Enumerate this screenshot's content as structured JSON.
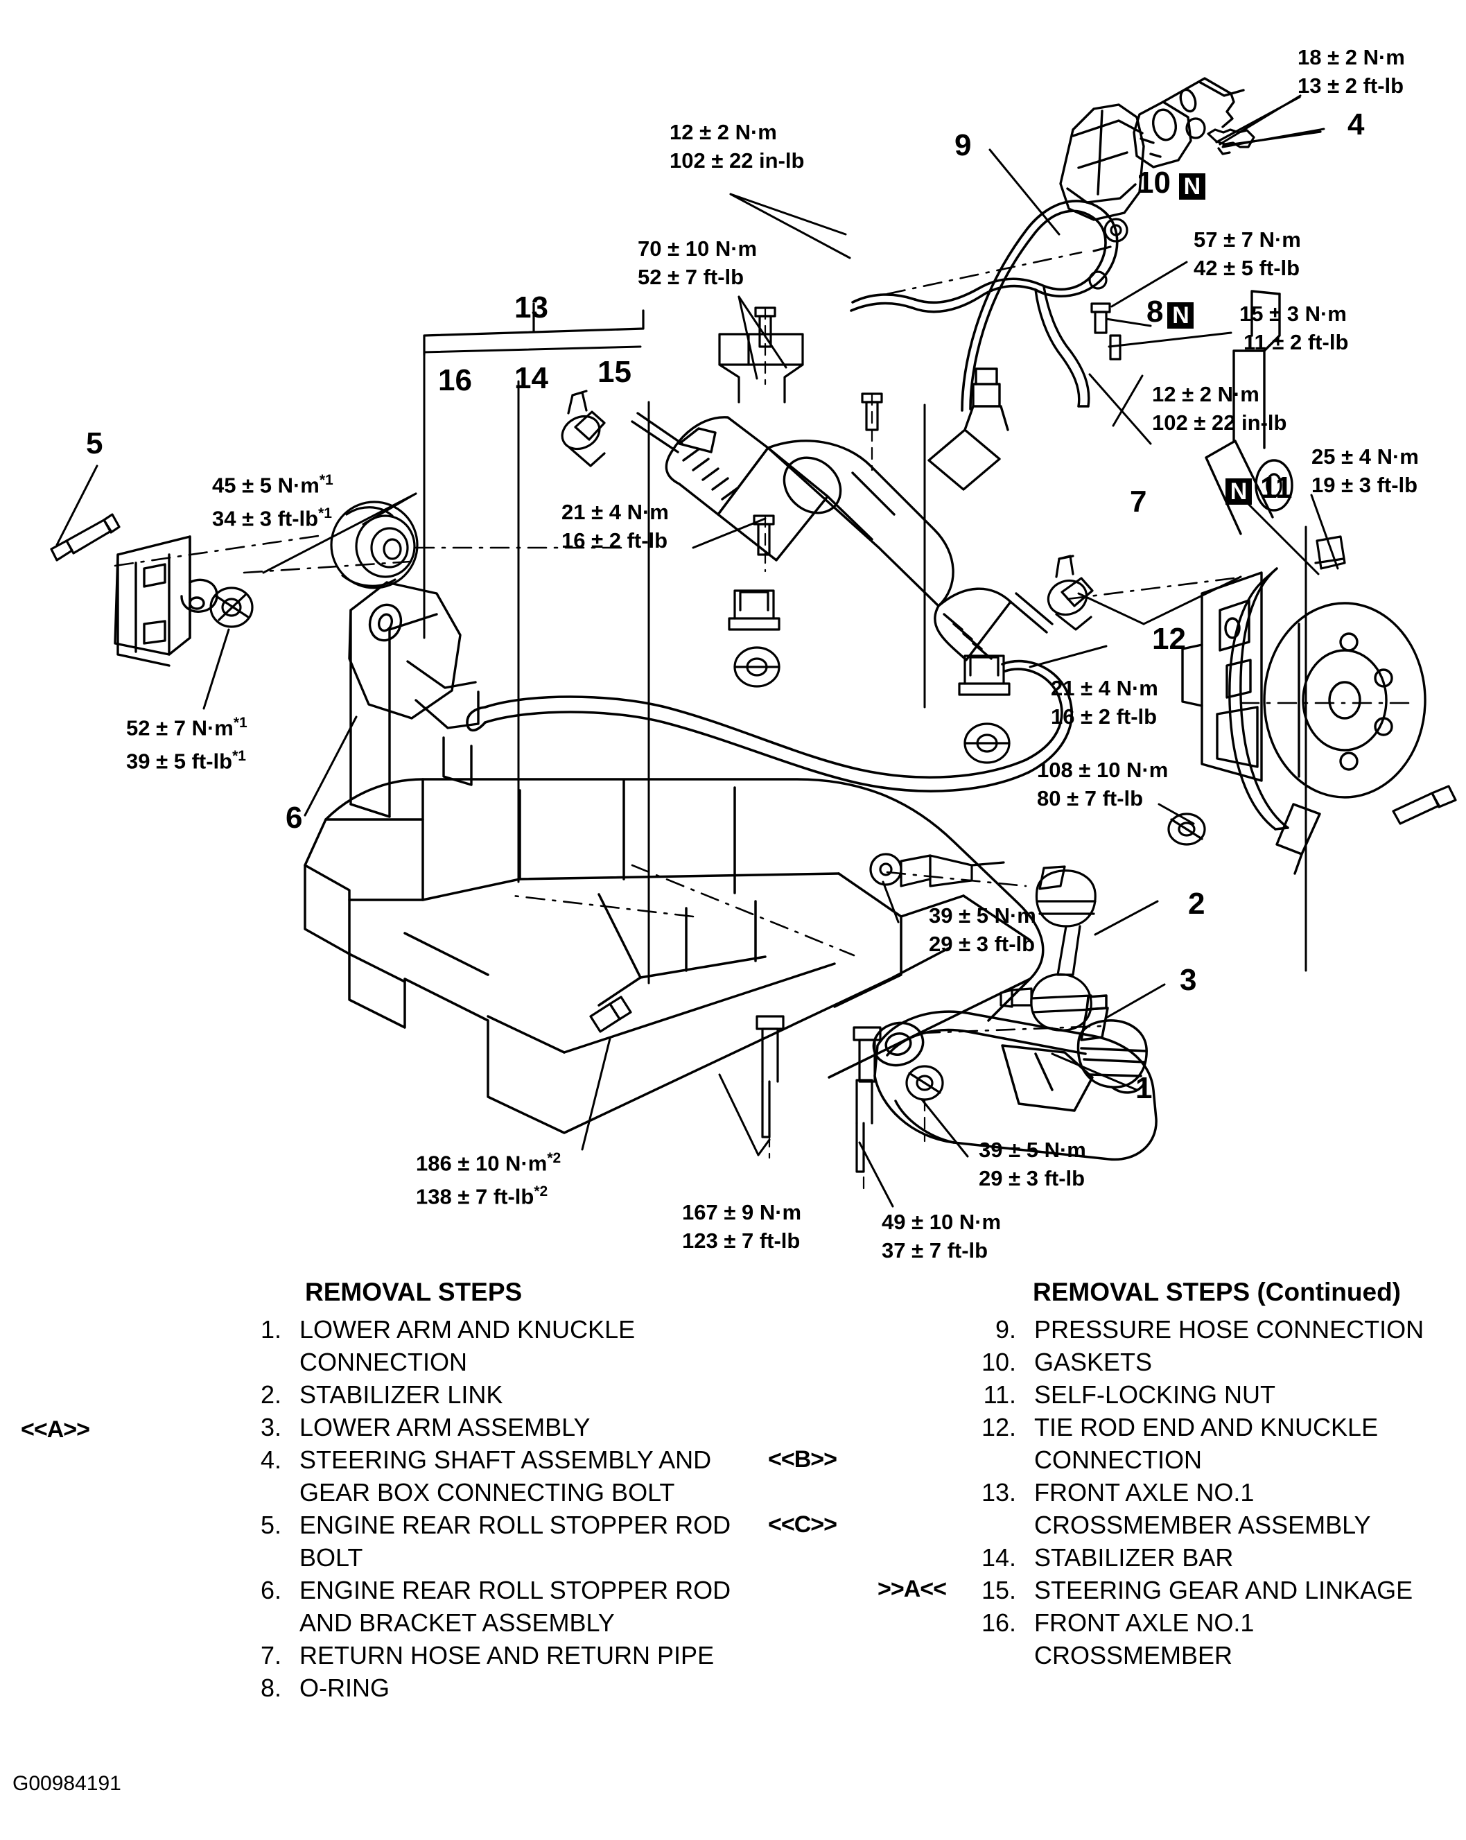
{
  "figure": {
    "id_code": "G00984191",
    "title": "Front Suspension / Steering Gear and Linkage Exploded View"
  },
  "torque_specs": [
    {
      "key": "t12a",
      "nm": "12 ± 2 N·m",
      "alt": "102 ± 22 in-lb"
    },
    {
      "key": "t70",
      "nm": "70 ± 10 N·m",
      "alt": "52 ± 7 ft-lb"
    },
    {
      "key": "t18",
      "nm": "18 ± 2 N·m",
      "alt": "13 ± 2 ft-lb"
    },
    {
      "key": "t57",
      "nm": "57 ± 7 N·m",
      "alt": "42 ± 5 ft-lb"
    },
    {
      "key": "t15",
      "nm": "15 ± 3 N·m",
      "alt": "11 ± 2 ft-lb"
    },
    {
      "key": "t12b",
      "nm": "12 ± 2 N·m",
      "alt": "102 ± 22 in-lb"
    },
    {
      "key": "t25",
      "nm": "25 ± 4 N·m",
      "alt": "19 ± 3 ft-lb"
    },
    {
      "key": "t45",
      "nm": "45 ± 5 N·m*1",
      "alt": "34 ± 3 ft-lb*1"
    },
    {
      "key": "t52",
      "nm": "52 ± 7 N·m*1",
      "alt": "39 ± 5 ft-lb*1"
    },
    {
      "key": "t21a",
      "nm": "21 ± 4 N·m",
      "alt": "16 ± 2 ft-lb"
    },
    {
      "key": "t21b",
      "nm": "21 ± 4 N·m",
      "alt": "16 ± 2 ft-lb"
    },
    {
      "key": "t108",
      "nm": "108 ± 10 N·m",
      "alt": "80 ± 7 ft-lb"
    },
    {
      "key": "t39a",
      "nm": "39 ± 5 N·m",
      "alt": "29 ± 3 ft-lb"
    },
    {
      "key": "t39b",
      "nm": "39 ± 5 N·m",
      "alt": "29 ± 3 ft-lb"
    },
    {
      "key": "t186",
      "nm": "186 ± 10 N·m*2",
      "alt": "138 ± 7 ft-lb*2"
    },
    {
      "key": "t167",
      "nm": "167 ± 9 N·m",
      "alt": "123 ± 7 ft-lb"
    },
    {
      "key": "t49",
      "nm": "49 ± 10 N·m",
      "alt": "37 ± 7 ft-lb"
    }
  ],
  "spec_lines": {
    "t12a_1": "12 ± 2 N·m",
    "t12a_2": "102 ± 22 in-lb",
    "t70_1": "70 ± 10 N·m",
    "t70_2": "52 ± 7 ft-lb",
    "t18_1": "18 ± 2 N·m",
    "t18_2": "13 ± 2 ft-lb",
    "t57_1": "57 ± 7 N·m",
    "t57_2": "42 ± 5 ft-lb",
    "t15_1": "15 ± 3 N·m",
    "t15_2": "11 ± 2 ft-lb",
    "t12b_1": "12 ± 2 N·m",
    "t12b_2": "102 ± 22 in-lb",
    "t25_1": "25 ± 4 N·m",
    "t25_2": "19 ± 3 ft-lb",
    "t45_1": "45 ± 5 N·m",
    "t45_1s": "*1",
    "t45_2": "34 ± 3 ft-lb",
    "t45_2s": "*1",
    "t52_1": "52 ± 7 N·m",
    "t52_1s": "*1",
    "t52_2": "39 ± 5 ft-lb",
    "t52_2s": "*1",
    "t21a_1": "21 ± 4 N·m",
    "t21a_2": "16 ± 2 ft-lb",
    "t21b_1": "21 ± 4 N·m",
    "t21b_2": "16 ± 2 ft-lb",
    "t108_1": "108 ± 10 N·m",
    "t108_2": "80 ± 7 ft-lb",
    "t39a_1": "39 ± 5 N·m",
    "t39a_2": "29 ± 3 ft-lb",
    "t39b_1": "39 ± 5 N·m",
    "t39b_2": "29 ± 3 ft-lb",
    "t186_1": "186 ± 10 N·m",
    "t186_1s": "*2",
    "t186_2": "138 ± 7 ft-lb",
    "t186_2s": "*2",
    "t167_1": "167 ± 9 N·m",
    "t167_2": "123 ± 7 ft-lb",
    "t49_1": "49 ± 10 N·m",
    "t49_2": "37 ± 7 ft-lb"
  },
  "callouts": {
    "n1": "1",
    "n2": "2",
    "n3": "3",
    "n4": "4",
    "n5": "5",
    "n6": "6",
    "n7": "7",
    "n8": "8",
    "n9": "9",
    "n10": "10",
    "n11": "11",
    "n12": "12",
    "n13": "13",
    "n14": "14",
    "n15": "15",
    "n16": "16",
    "nut_badge": "N"
  },
  "steps_left": {
    "heading": "REMOVAL STEPS",
    "items": [
      {
        "num": "1.",
        "text": "LOWER ARM AND KNUCKLE CONNECTION"
      },
      {
        "num": "2.",
        "text": "STABILIZER LINK"
      },
      {
        "num": "3.",
        "text": "LOWER ARM ASSEMBLY"
      },
      {
        "num": "4.",
        "text": "STEERING SHAFT ASSEMBLY AND GEAR BOX CONNECTING BOLT"
      },
      {
        "num": "5.",
        "text": "ENGINE REAR ROLL STOPPER ROD BOLT"
      },
      {
        "num": "6.",
        "text": "ENGINE REAR ROLL STOPPER ROD AND BRACKET ASSEMBLY"
      },
      {
        "num": "7.",
        "text": "RETURN HOSE AND RETURN PIPE"
      },
      {
        "num": "8.",
        "text": "O-RING"
      }
    ]
  },
  "steps_right": {
    "heading": "REMOVAL STEPS (Continued)",
    "items": [
      {
        "num": "9.",
        "text": "PRESSURE HOSE CONNECTION"
      },
      {
        "num": "10.",
        "text": "GASKETS"
      },
      {
        "num": "11.",
        "text": "SELF-LOCKING NUT"
      },
      {
        "num": "12.",
        "text": "TIE ROD END AND KNUCKLE CONNECTION"
      },
      {
        "num": "13.",
        "text": "FRONT AXLE NO.1 CROSSMEMBER ASSEMBLY"
      },
      {
        "num": "14.",
        "text": "STABILIZER BAR"
      },
      {
        "num": "15.",
        "text": "STEERING GEAR AND LINKAGE"
      },
      {
        "num": "16.",
        "text": "FRONT AXLE NO.1 CROSSMEMBER"
      }
    ]
  },
  "markers": {
    "a_in": "<<A>>",
    "b_in": "<<B>>",
    "c_in": "<<C>>",
    "a_out": ">>A<<"
  },
  "colors": {
    "ink": "#000000",
    "paper": "#ffffff"
  }
}
